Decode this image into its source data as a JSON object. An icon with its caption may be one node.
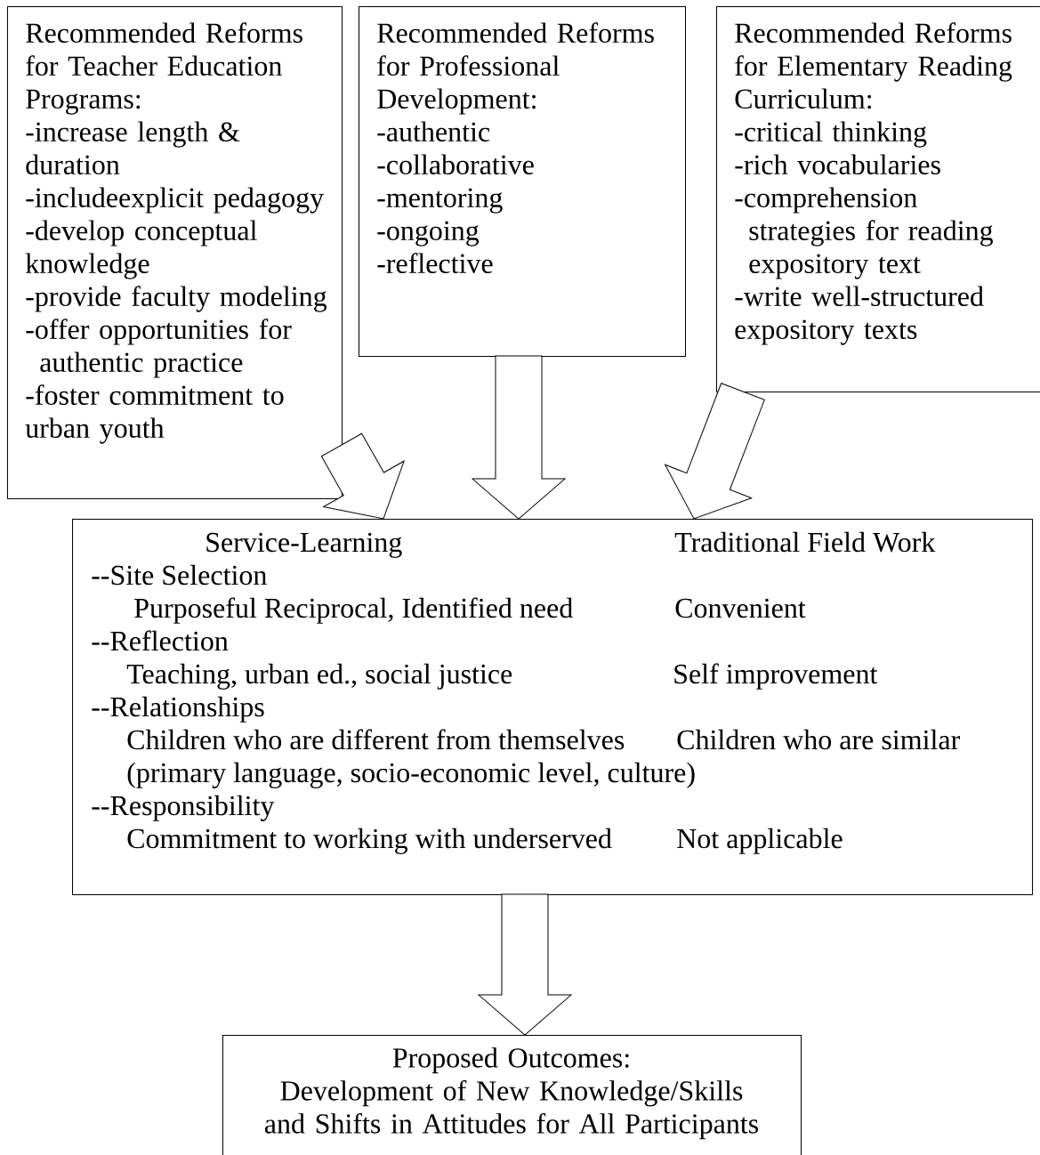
{
  "diagram": {
    "nodes": [
      {
        "text": [
          "Recommended Reforms for Teacher Education Programs:",
          "-increase length & duration",
          "-includeexplicit pedagogy",
          "-develop conceptual knowledge",
          "-provide faculty modeling",
          "-offer opportunities for authentic practice",
          "-foster commitment to urban youth"
        ]
      },
      {
        "text": [
          "Recommended Reforms for Professional Development:",
          "-authentic",
          "-collaborative",
          "-mentoring",
          "-ongoing",
          "-reflective"
        ]
      },
      {
        "text": [
          "Recommended Reforms for Elementary Reading Curriculum:",
          "-critical thinking",
          "-rich vocabularies",
          "-comprehension strategies for reading expository text",
          "-write well-structured expository texts"
        ]
      },
      {
        "text": [
          "Service-Learning",
          "Traditional Field Work",
          "--Site Selection",
          "Purposeful Reciprocal, Identified need",
          "Convenient",
          "--Reflection",
          "Teaching, urban ed., social justice",
          "Self improvement",
          "--Relationships",
          "Children who are different from themselves",
          "Children who are similar",
          "(primary language, socio-economic level, culture)",
          "--Responsibility",
          "Commitment to working with underserved",
          "Not applicable"
        ]
      },
      {
        "text": [
          "Proposed Outcomes:",
          "Development of New Knowledge/Skills and Shifts in Attitudes for All Participants"
        ]
      }
    ],
    "edges": [
      {
        "from": 0,
        "to": 3,
        "arrow": "to"
      },
      {
        "from": 1,
        "to": 3,
        "arrow": "to"
      },
      {
        "from": 2,
        "to": 3,
        "arrow": "to"
      },
      {
        "from": 3,
        "to": 4,
        "arrow": "to"
      }
    ]
  }
}
